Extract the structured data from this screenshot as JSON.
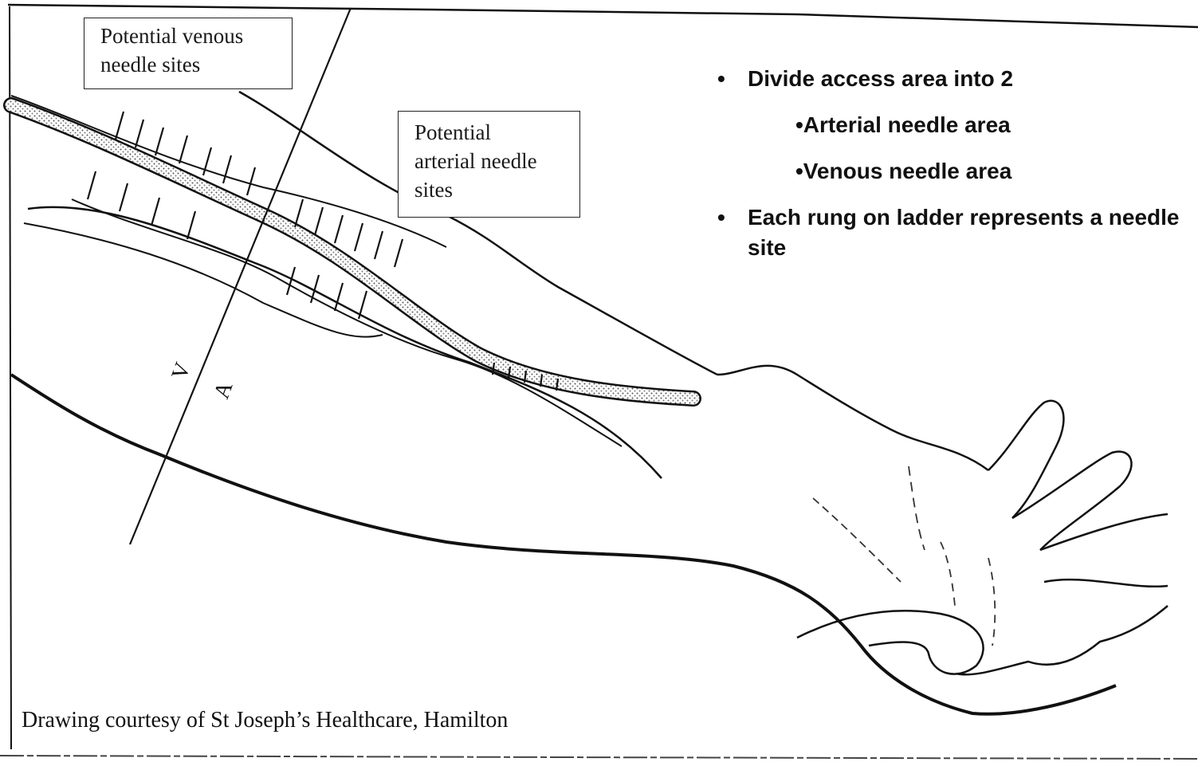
{
  "labels": {
    "venous_box": [
      "Potential venous",
      "needle sites"
    ],
    "arterial_box": [
      "Potential",
      "arterial needle",
      "sites"
    ],
    "axis_v": "V",
    "axis_a": "A"
  },
  "bullets": {
    "marker": "•",
    "item1": "Divide access area into 2",
    "sub1": "•Arterial needle area",
    "sub2": "•Venous needle area",
    "item2": "Each rung on ladder represents a needle site"
  },
  "caption": "Drawing courtesy of St Joseph’s Healthcare, Hamilton",
  "colors": {
    "ink": "#1a1a1a",
    "background": "#ffffff"
  }
}
